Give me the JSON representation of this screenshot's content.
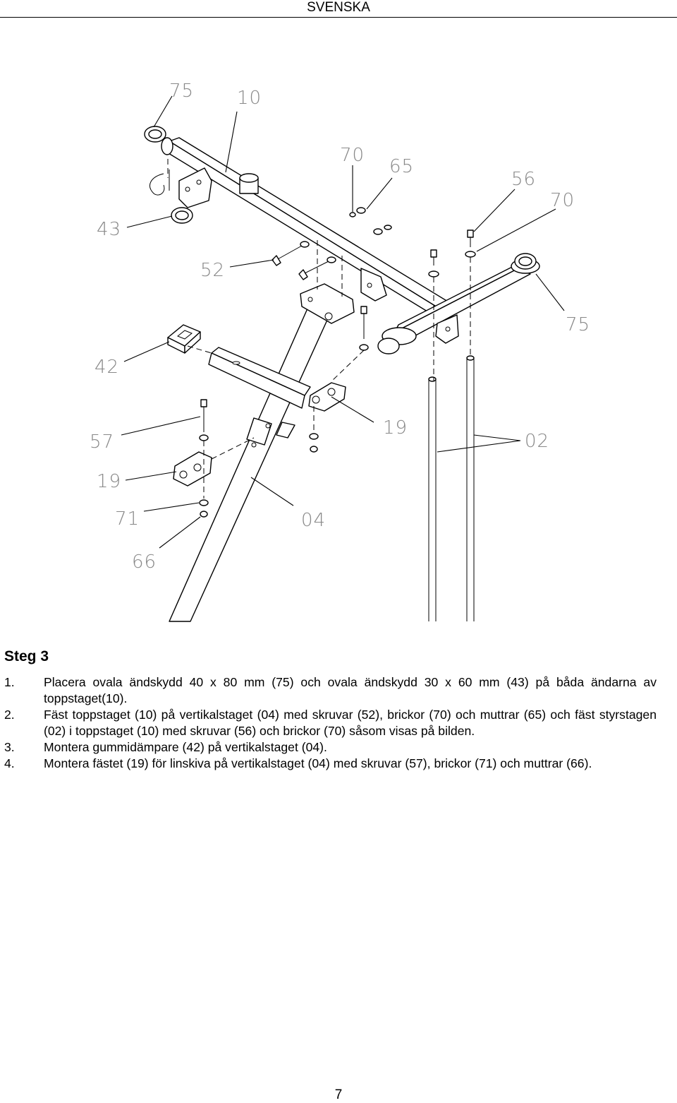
{
  "header": {
    "language": "SVENSKA"
  },
  "diagram": {
    "callouts": [
      "75",
      "10",
      "70",
      "65",
      "56",
      "70",
      "43",
      "52",
      "75",
      "42",
      "57",
      "19",
      "02",
      "19",
      "71",
      "04",
      "66"
    ]
  },
  "instructions": {
    "heading": "Steg 3",
    "steps": [
      {
        "number": "1.",
        "text": "Placera ovala ändskydd 40 x 80 mm (75) och ovala ändskydd 30 x 60 mm (43) på båda ändarna av toppstaget(10)."
      },
      {
        "number": "2.",
        "text": "Fäst toppstaget (10) på vertikalstaget (04) med skruvar (52), brickor (70) och muttrar (65) och fäst styrstagen (02) i toppstaget (10) med skruvar (56) och brickor (70) såsom visas på bilden."
      },
      {
        "number": "3.",
        "text": "Montera gummidämpare (42) på vertikalstaget (04)."
      },
      {
        "number": "4.",
        "text": "Montera fästet (19) för linskiva på vertikalstaget (04) med skruvar (57), brickor (71) och muttrar (66)."
      }
    ]
  },
  "footer": {
    "page_number": "7"
  }
}
